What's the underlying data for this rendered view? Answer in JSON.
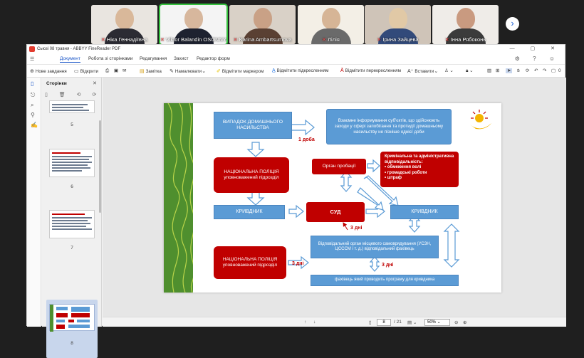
{
  "participants": [
    {
      "name": "Ніка Геннадіївна",
      "bg": "#e9e5e0",
      "hair": "#c9a77f",
      "shirt": "#2b2b33"
    },
    {
      "name": "Viktor Balandin OSONNYA",
      "bg": "#f4f4f4",
      "hair": "#d7b79d",
      "shirt": "#1e2230",
      "active": true
    },
    {
      "name": "Karina Ambartsumova",
      "bg": "#d9d1c7",
      "hair": "#3a2b25",
      "shirt": "#5a4033"
    },
    {
      "name": "Лілія",
      "bg": "#f3efe6",
      "hair": "#b89a79",
      "shirt": "#6a6a6a"
    },
    {
      "name": "Ірина Зайцева",
      "bg": "#cfc4b8",
      "hair": "#e1c9a6",
      "shirt": "#324a7a"
    },
    {
      "name": "Інна Рябоконь",
      "bg": "#efece8",
      "hair": "#2e2320",
      "shirt": "#3b3b3b"
    }
  ],
  "next_icon": "›",
  "window_title": "Сьюзі 08 травня - ABBYY FineReader PDF",
  "window_controls": "— ▢ ✕",
  "menu": [
    "Документ",
    "Робота зі сторінками",
    "Редагування",
    "Захист",
    "Редактор форм"
  ],
  "menu_right_icons": "⚙ ? ☺",
  "toolbar": {
    "new_task": "Нове завдання",
    "open": "Відкрити",
    "note": "Замітка",
    "draw": "Намалювати",
    "mark_marker": "Відмітити маркером",
    "mark_underline": "Відмітити підкресленням",
    "mark_strike": "Відмітити перекресленням",
    "insert": "Вставити",
    "count": "0"
  },
  "panel": {
    "title": "Сторінки",
    "close": "✕",
    "tools": "▯ 🗑 ⟲ ⟳ ⚙",
    "pages": [
      "5",
      "6",
      "7",
      "8"
    ]
  },
  "status": {
    "current_page": "8",
    "total_pages": "/ 21",
    "zoom": "50%",
    "nav_up": "↑",
    "nav_down": "↓"
  },
  "slide": {
    "case": "ВИПАДОК ДОМАШНЬОГО НАСИЛЬСТВА",
    "inform": "Взаємне інформування суб'єктів, що здійснюють заходи у сфері запобігання та протидії домашньому насильству не пізніше однієї доби",
    "one_day": "1 доба",
    "police1": "НАЦІОНАЛЬНА ПОЛІЦІЯ уповноважений підрозділ",
    "probation": "Орган пробації",
    "liability_title": "Кримінальна та адміністративна відповідальність:",
    "liability_items": [
      "обмеження волі",
      "громадські роботи",
      "штраф"
    ],
    "offender1": "КРИВДНИК",
    "court": "СУД",
    "offender2": "КРИВДНИК",
    "three_days1": "3 дні",
    "local_gov": "Відповідальний орган місцевого самоврядування (УСЗН, ЦСССМ і т. д.) відповідальний фахівець",
    "police2": "НАЦІОНАЛЬНА ПОЛІЦІЯ уповноважений підрозділ",
    "three_days2": "3 дні",
    "three_days3": "3 дні",
    "program": "фахівець який проводить програму для кривдника"
  },
  "colors": {
    "blue": "#5b9bd5",
    "red": "#c00000",
    "green": "#4f8f2e",
    "accent": "#1a56c8"
  }
}
